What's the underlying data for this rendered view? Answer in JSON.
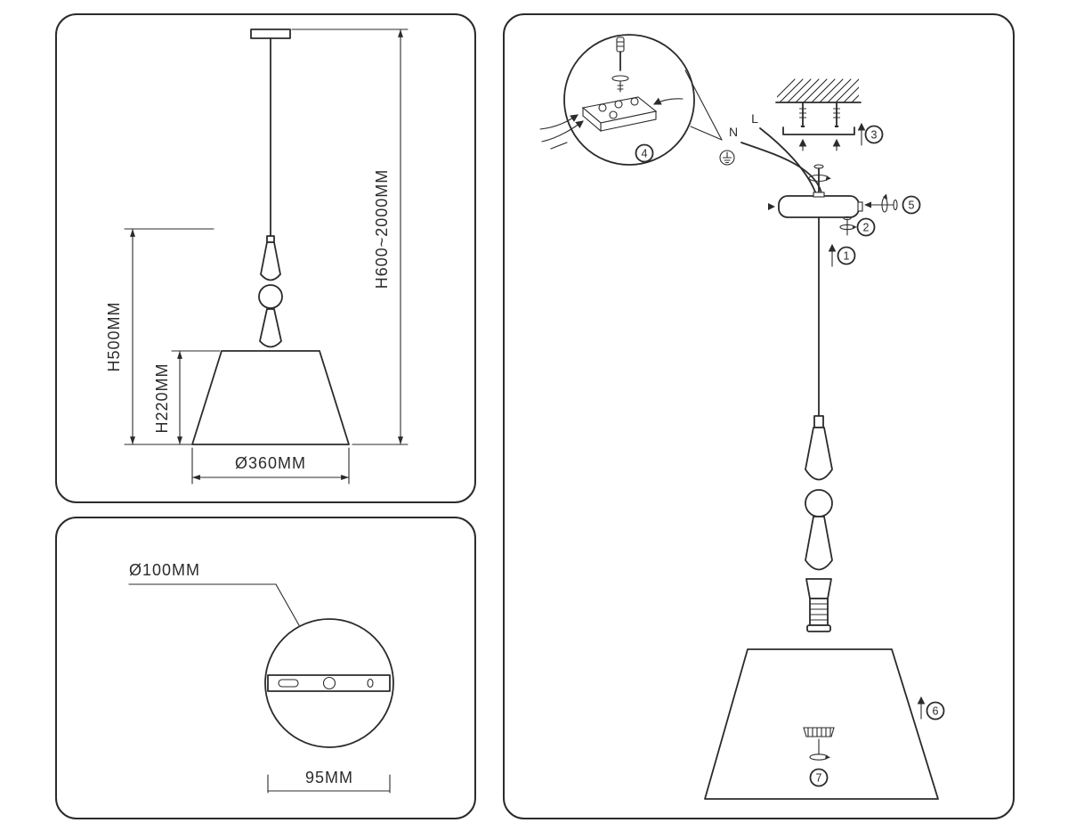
{
  "dimension_view": {
    "total_height": "H600~2000MM",
    "fixture_height": "H500MM",
    "shade_height": "H220MM",
    "shade_diameter": "Ø360MM"
  },
  "canopy_view": {
    "canopy_diameter": "Ø100MM",
    "plate_width": "95MM"
  },
  "assembly_view": {
    "wire_l": "L",
    "wire_n": "N",
    "steps": [
      "1",
      "2",
      "3",
      "4",
      "5",
      "6",
      "7"
    ]
  },
  "colors": {
    "line": "#2b2b2b",
    "background": "#ffffff"
  }
}
